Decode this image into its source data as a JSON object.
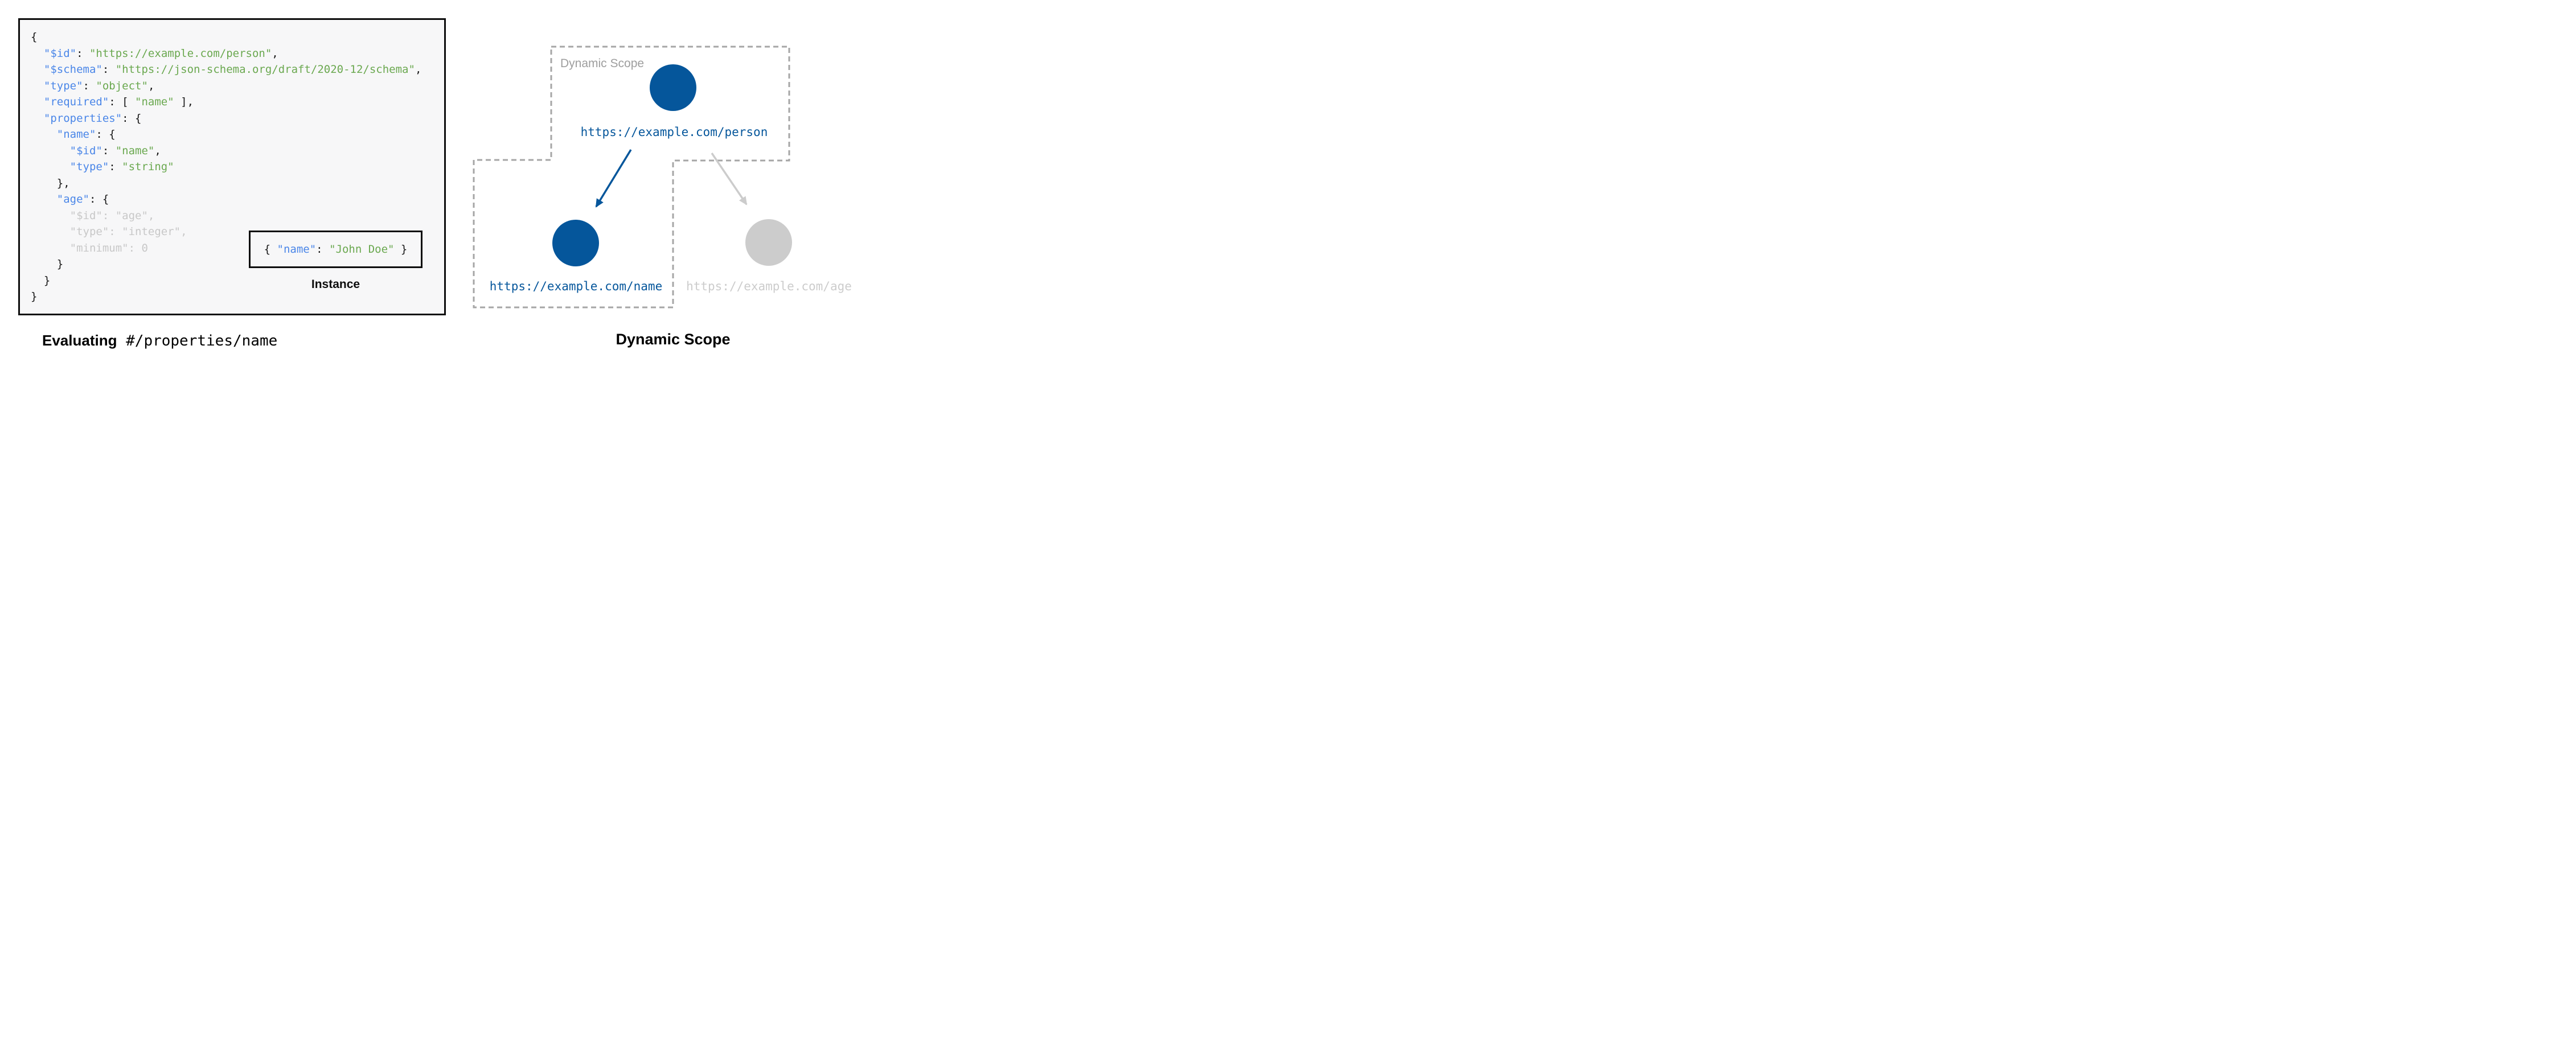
{
  "colors": {
    "key_blue": "#4a86e8",
    "string_green": "#6aa84f",
    "muted_code_gray": "#c8c8c8",
    "node_blue": "#05569b",
    "inactive_gray": "#cccccc",
    "scope_border_gray": "#a6a6a6",
    "scope_label_gray": "#9e9e9e",
    "panel_bg": "#f7f7f8",
    "panel_border": "#0d0d0d"
  },
  "schema_panel": {
    "code_lines": [
      [
        [
          "p",
          "{"
        ]
      ],
      [
        [
          "p",
          "  "
        ],
        [
          "k",
          "\"$id\""
        ],
        [
          "p",
          ": "
        ],
        [
          "s",
          "\"https://example.com/person\""
        ],
        [
          "p",
          ","
        ]
      ],
      [
        [
          "p",
          "  "
        ],
        [
          "k",
          "\"$schema\""
        ],
        [
          "p",
          ": "
        ],
        [
          "s",
          "\"https://json-schema.org/draft/2020-12/schema\""
        ],
        [
          "p",
          ","
        ]
      ],
      [
        [
          "p",
          "  "
        ],
        [
          "k",
          "\"type\""
        ],
        [
          "p",
          ": "
        ],
        [
          "s",
          "\"object\""
        ],
        [
          "p",
          ","
        ]
      ],
      [
        [
          "p",
          "  "
        ],
        [
          "k",
          "\"required\""
        ],
        [
          "p",
          ": [ "
        ],
        [
          "s",
          "\"name\""
        ],
        [
          "p",
          " ],"
        ]
      ],
      [
        [
          "p",
          "  "
        ],
        [
          "k",
          "\"properties\""
        ],
        [
          "p",
          ": {"
        ]
      ],
      [
        [
          "p",
          "    "
        ],
        [
          "k",
          "\"name\""
        ],
        [
          "p",
          ": {"
        ]
      ],
      [
        [
          "p",
          "      "
        ],
        [
          "k",
          "\"$id\""
        ],
        [
          "p",
          ": "
        ],
        [
          "s",
          "\"name\""
        ],
        [
          "p",
          ","
        ]
      ],
      [
        [
          "p",
          "      "
        ],
        [
          "k",
          "\"type\""
        ],
        [
          "p",
          ": "
        ],
        [
          "s",
          "\"string\""
        ]
      ],
      [
        [
          "p",
          "    },"
        ]
      ],
      [
        [
          "p",
          "    "
        ],
        [
          "k",
          "\"age\""
        ],
        [
          "p",
          ": {"
        ]
      ],
      [
        [
          "g",
          "      \"$id\": \"age\","
        ]
      ],
      [
        [
          "g",
          "      \"type\": \"integer\","
        ]
      ],
      [
        [
          "g",
          "      \"minimum\": 0"
        ]
      ],
      [
        [
          "p",
          "    }"
        ]
      ],
      [
        [
          "p",
          "  }"
        ]
      ],
      [
        [
          "p",
          "}"
        ]
      ]
    ],
    "instance": {
      "tokens": [
        [
          "p",
          "{ "
        ],
        [
          "k",
          "\"name\""
        ],
        [
          "p",
          ": "
        ],
        [
          "s",
          "\"John Doe\""
        ],
        [
          "p",
          " }"
        ]
      ],
      "label": "Instance"
    }
  },
  "captions": {
    "left_bold": "Evaluating",
    "left_mono": " #/properties/name",
    "right_title": "Dynamic Scope"
  },
  "diagram": {
    "scope_label": "Dynamic Scope",
    "nodes": [
      {
        "id": "person",
        "label": "https://example.com/person",
        "state": "active"
      },
      {
        "id": "name",
        "label": "https://example.com/name",
        "state": "active"
      },
      {
        "id": "age",
        "label": "https://example.com/age",
        "state": "inactive"
      }
    ],
    "edges": [
      {
        "from": "person",
        "to": "name",
        "state": "active"
      },
      {
        "from": "person",
        "to": "age",
        "state": "inactive"
      }
    ]
  }
}
